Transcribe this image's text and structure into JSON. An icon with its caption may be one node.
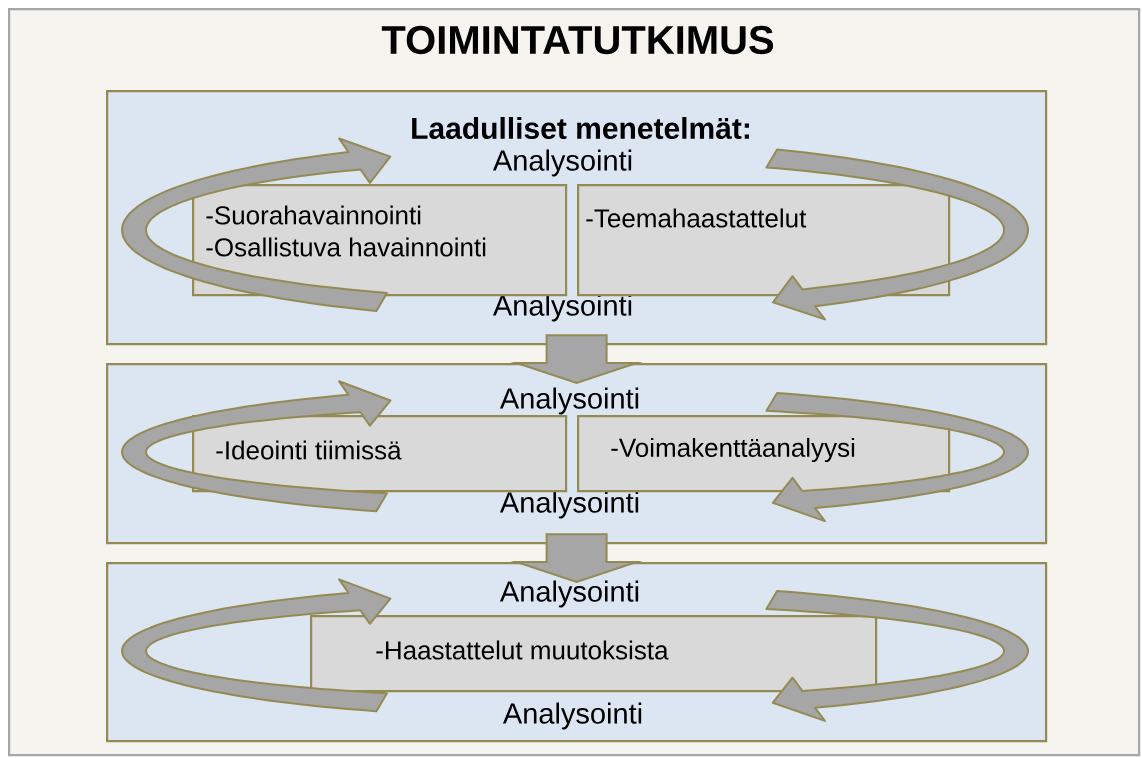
{
  "diagram": {
    "nodes": [
      {
        "text": [
          "TOIMINTATUTKIMUS"
        ]
      },
      {
        "text": [
          "Laadulliset menetelmät:",
          "Analysointi",
          "Analysointi"
        ],
        "in": 0
      },
      {
        "text": [
          "-Suorahavainnointi",
          "-Osallistuva havainnointi"
        ],
        "in": 1
      },
      {
        "text": [
          "-Teemahaastattelut"
        ],
        "in": 1
      },
      {
        "text": [
          "Analysointi",
          "Analysointi"
        ],
        "in": 0
      },
      {
        "text": [
          "-Ideointi tiimissä"
        ],
        "in": 4
      },
      {
        "text": [
          "-Voimakenttäanalyysi"
        ],
        "in": 4
      },
      {
        "text": [
          "Analysointi",
          "Analysointi"
        ],
        "in": 0
      },
      {
        "text": [
          "-Haastattelut muutoksista"
        ],
        "in": 7
      }
    ],
    "edges": [
      {
        "from": 1,
        "to": 4,
        "arrow": "to",
        "style": "thick"
      },
      {
        "from": 4,
        "to": 7,
        "arrow": "to",
        "style": "thick"
      }
    ]
  }
}
